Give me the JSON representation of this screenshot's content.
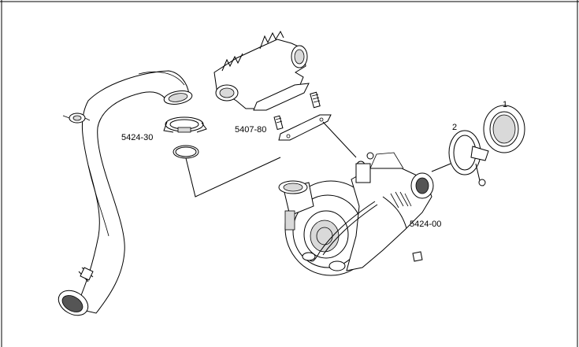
{
  "diagram": {
    "callouts": {
      "item_1": "1",
      "item_2": "2",
      "part_5424_30": "5424-30",
      "part_5407_80": "5407-80",
      "part_5424_00": "5424-00"
    }
  }
}
